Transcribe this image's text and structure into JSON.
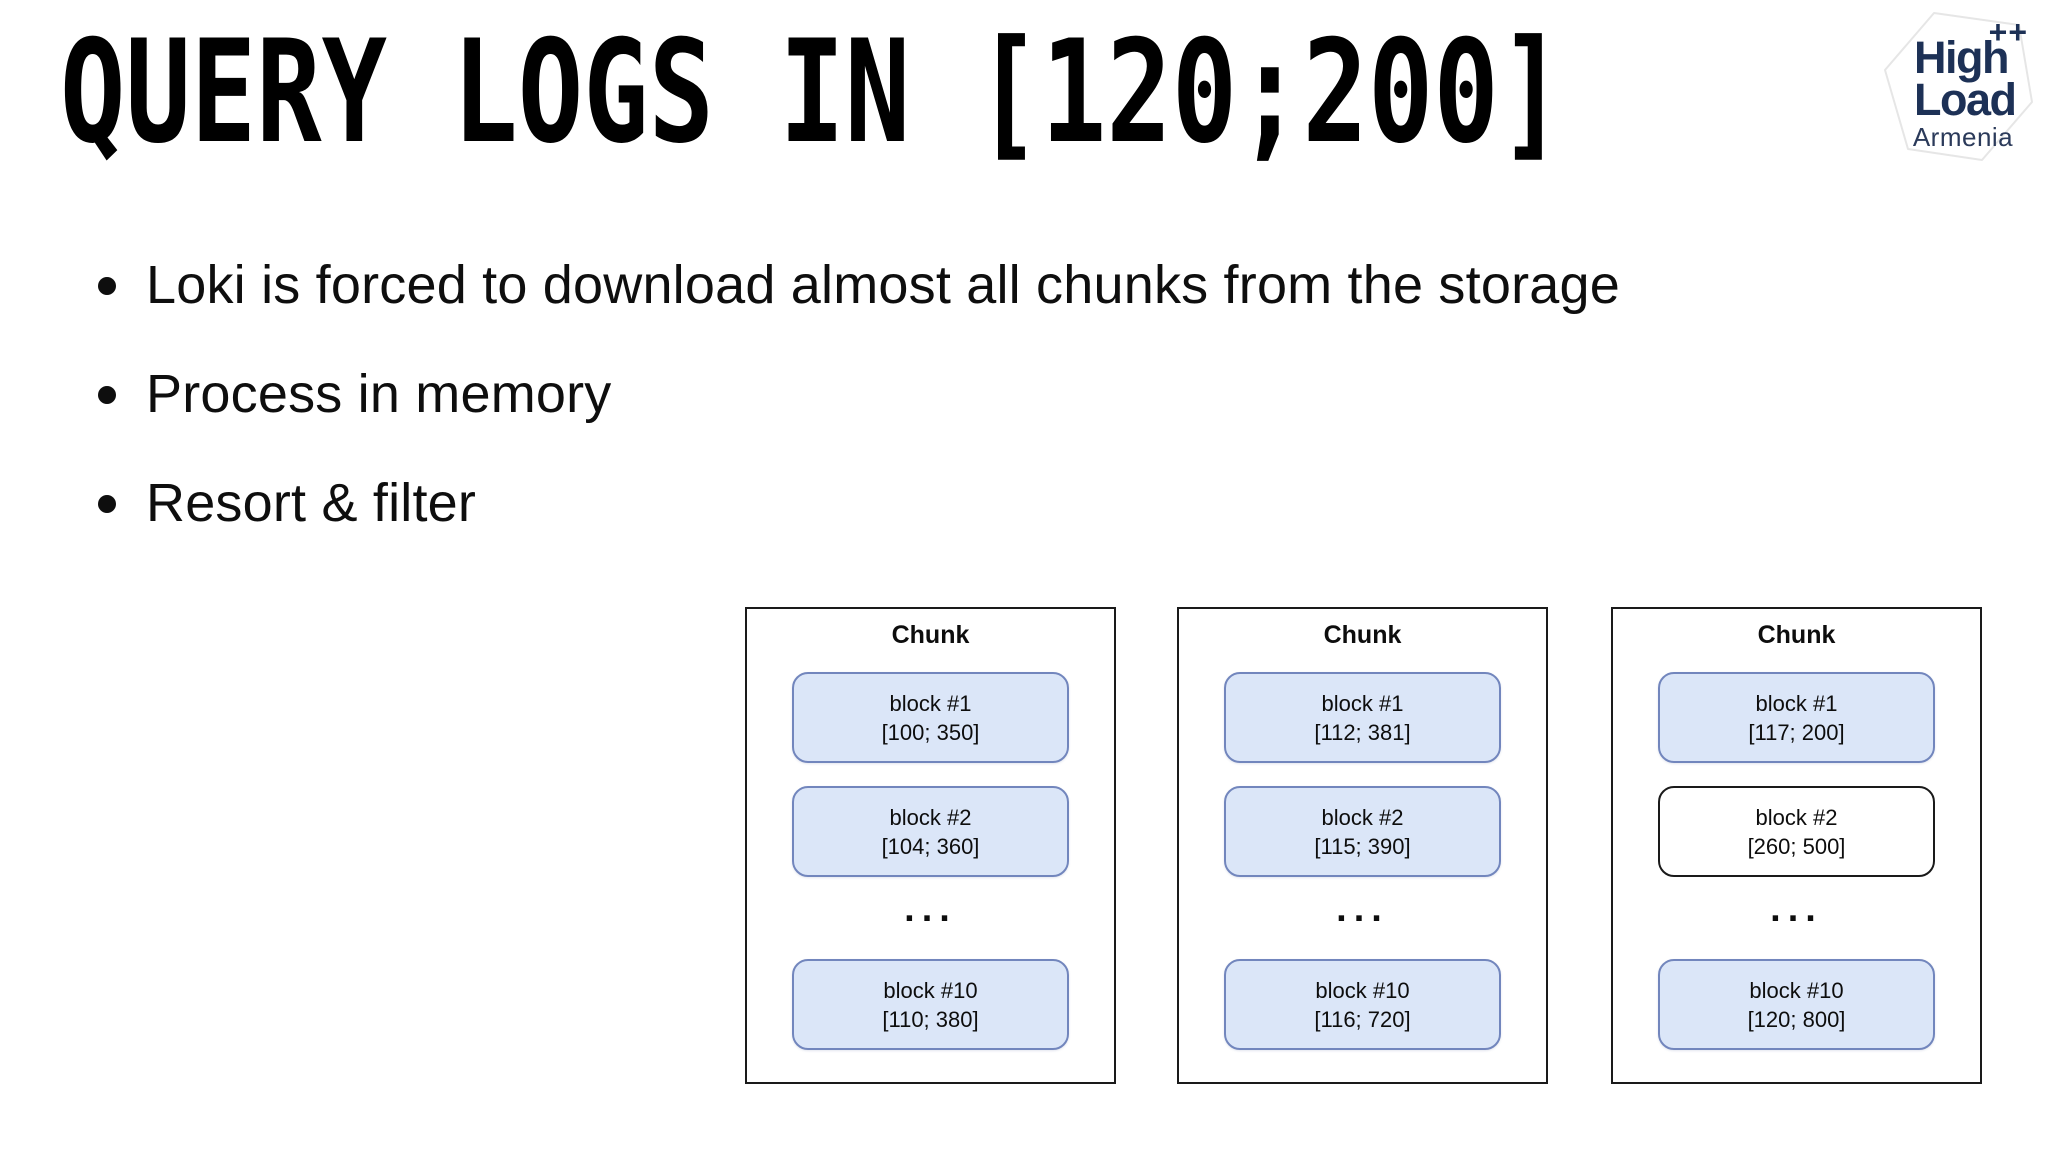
{
  "slide": {
    "title": "QUERY LOGS IN [120;200]",
    "bullets": [
      "Loki is forced to download almost all chunks from the storage",
      "Process in memory",
      "Resort & filter"
    ],
    "logo": {
      "plus": "++",
      "line1": "High",
      "line2": "Load",
      "subtitle": "Armenia"
    },
    "colors": {
      "block_fill": "#dbe6f8",
      "block_border": "#7286bd",
      "excluded_block_fill": "#ffffff",
      "excluded_block_border": "#1a1a1a",
      "logo_navy": "#1d3156",
      "text": "#0e0e0e",
      "background": "#ffffff"
    },
    "chunks": [
      {
        "title": "Chunk",
        "ellipsis": "...",
        "blocks": [
          {
            "name": "block #1",
            "range": "[100; 350]",
            "variant": "blue"
          },
          {
            "name": "block #2",
            "range": "[104; 360]",
            "variant": "blue"
          },
          {
            "name": "block #10",
            "range": "[110; 380]",
            "variant": "blue"
          }
        ]
      },
      {
        "title": "Chunk",
        "ellipsis": "...",
        "blocks": [
          {
            "name": "block #1",
            "range": "[112; 381]",
            "variant": "blue"
          },
          {
            "name": "block #2",
            "range": "[115; 390]",
            "variant": "blue"
          },
          {
            "name": "block #10",
            "range": "[116; 720]",
            "variant": "blue"
          }
        ]
      },
      {
        "title": "Chunk",
        "ellipsis": "...",
        "blocks": [
          {
            "name": "block #1",
            "range": "[117; 200]",
            "variant": "blue"
          },
          {
            "name": "block #2",
            "range": "[260; 500]",
            "variant": "white"
          },
          {
            "name": "block #10",
            "range": "[120; 800]",
            "variant": "blue"
          }
        ]
      }
    ]
  }
}
